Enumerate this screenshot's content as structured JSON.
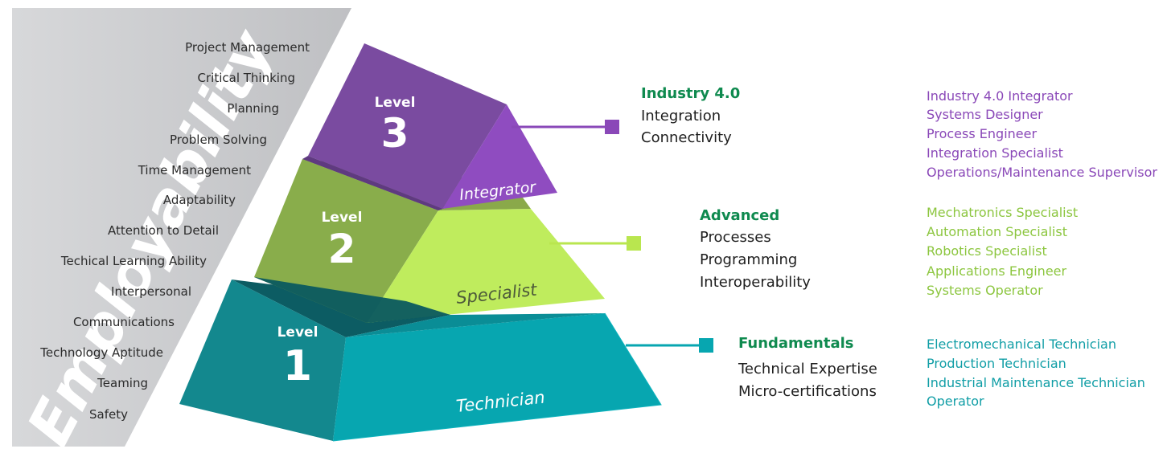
{
  "sidebar": {
    "watermark": "Employability",
    "skills": [
      "Project Management",
      "Critical Thinking",
      "Planning",
      "Problem Solving",
      "Time Management",
      "Adaptability",
      "Attention to Detail",
      "Techical Learning Ability",
      "Interpersonal",
      "Communications",
      "Technology Aptitude",
      "Teaming",
      "Safety"
    ]
  },
  "levels": [
    {
      "level_word": "Level",
      "number": "3",
      "role": "Integrator",
      "color": "#7a479f",
      "category": "Industry 4.0",
      "category_color": "#0f8a4f",
      "lines": [
        "Integration",
        "Connectivity"
      ],
      "jobs": [
        "Industry 4.0 Integrator",
        "Systems Designer",
        "Process Engineer",
        "Integration Specialist",
        "Operations/Maintenance Supervisor"
      ],
      "jobs_color": "#8a48b8"
    },
    {
      "level_word": "Level",
      "number": "2",
      "role": "Specialist",
      "color": "#8cb34a",
      "category": "Advanced",
      "category_color": "#0f8a4f",
      "lines": [
        "Processes",
        "Programming",
        "Interoperability"
      ],
      "jobs": [
        "Mechatronics Specialist",
        "Automation Specialist",
        "Robotics Specialist",
        "Applications Engineer",
        "Systems Operator"
      ],
      "jobs_color": "#8cc63f"
    },
    {
      "level_word": "Level",
      "number": "1",
      "role": "Technician",
      "color": "#12898f",
      "category": "Fundamentals",
      "category_color": "#0f8a4f",
      "lines": [
        "Technical Expertise",
        "Micro-certifications"
      ],
      "jobs": [
        "Electromechanical Technician",
        "Production Technician",
        "Industrial Maintenance Technician",
        "Operator"
      ],
      "jobs_color": "#119ea6"
    }
  ]
}
